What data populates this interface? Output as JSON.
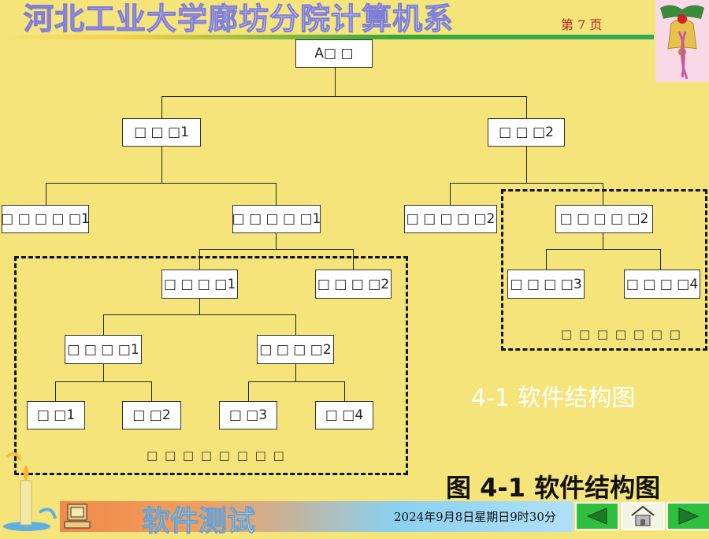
{
  "header": {
    "title": "河北工业大学廊坊分院计算机系",
    "page": "第 7 页"
  },
  "nodes": {
    "root": "A□ □",
    "l1a": "□ □ □1",
    "l1b": "□ □ □2",
    "l2a": "□ □ □ □ □1",
    "l2b": "□ □ □ □ □1",
    "l2c": "□ □ □ □ □2",
    "l2d": "□ □ □ □ □2",
    "l3a": "□ □ □ □1",
    "l3b": "□ □ □ □2",
    "l3c": "□ □ □ □3",
    "l3d": "□ □ □ □4",
    "l4a": "□ □ □ □1",
    "l4b": "□ □ □ □2",
    "l5a": "□ □1",
    "l5b": "□ □2",
    "l5c": "□ □3",
    "l5d": "□ □4"
  },
  "groups": {
    "left_caption": "□ □ □ □ □ □ □ □",
    "right_caption": "□ □ □ □ □ □ □"
  },
  "captions": {
    "white": "4-1 软件结构图",
    "black": "图 4-1  软件结构图"
  },
  "footer": {
    "title": "软件测试",
    "datetime": "2024年9月8日星期日9时30分"
  },
  "icons": [
    "bell-icon",
    "candle-icon",
    "computer-icon",
    "prev-arrow-icon",
    "home-icon",
    "next-arrow-icon"
  ]
}
